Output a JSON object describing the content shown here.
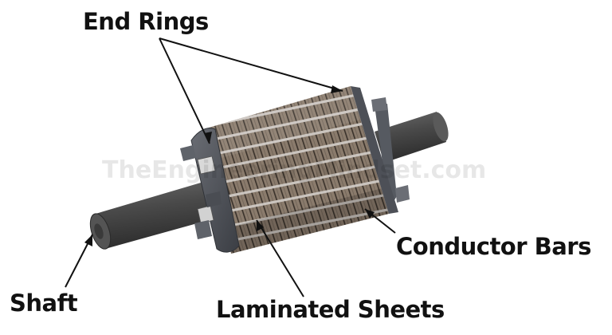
{
  "labels": {
    "end_rings": "End Rings",
    "conductor_bars": "Conductor Bars",
    "shaft": "Shaft",
    "laminated_sheets": "Laminated Sheets"
  },
  "watermark": "TheEngineeringMindset.com",
  "colors": {
    "shaft": "#4a4a4a",
    "end_ring": "#4d5057",
    "lamination": "#8a7b6c",
    "conductor_bar": "#c9c5c0",
    "label_text": "#111111"
  }
}
